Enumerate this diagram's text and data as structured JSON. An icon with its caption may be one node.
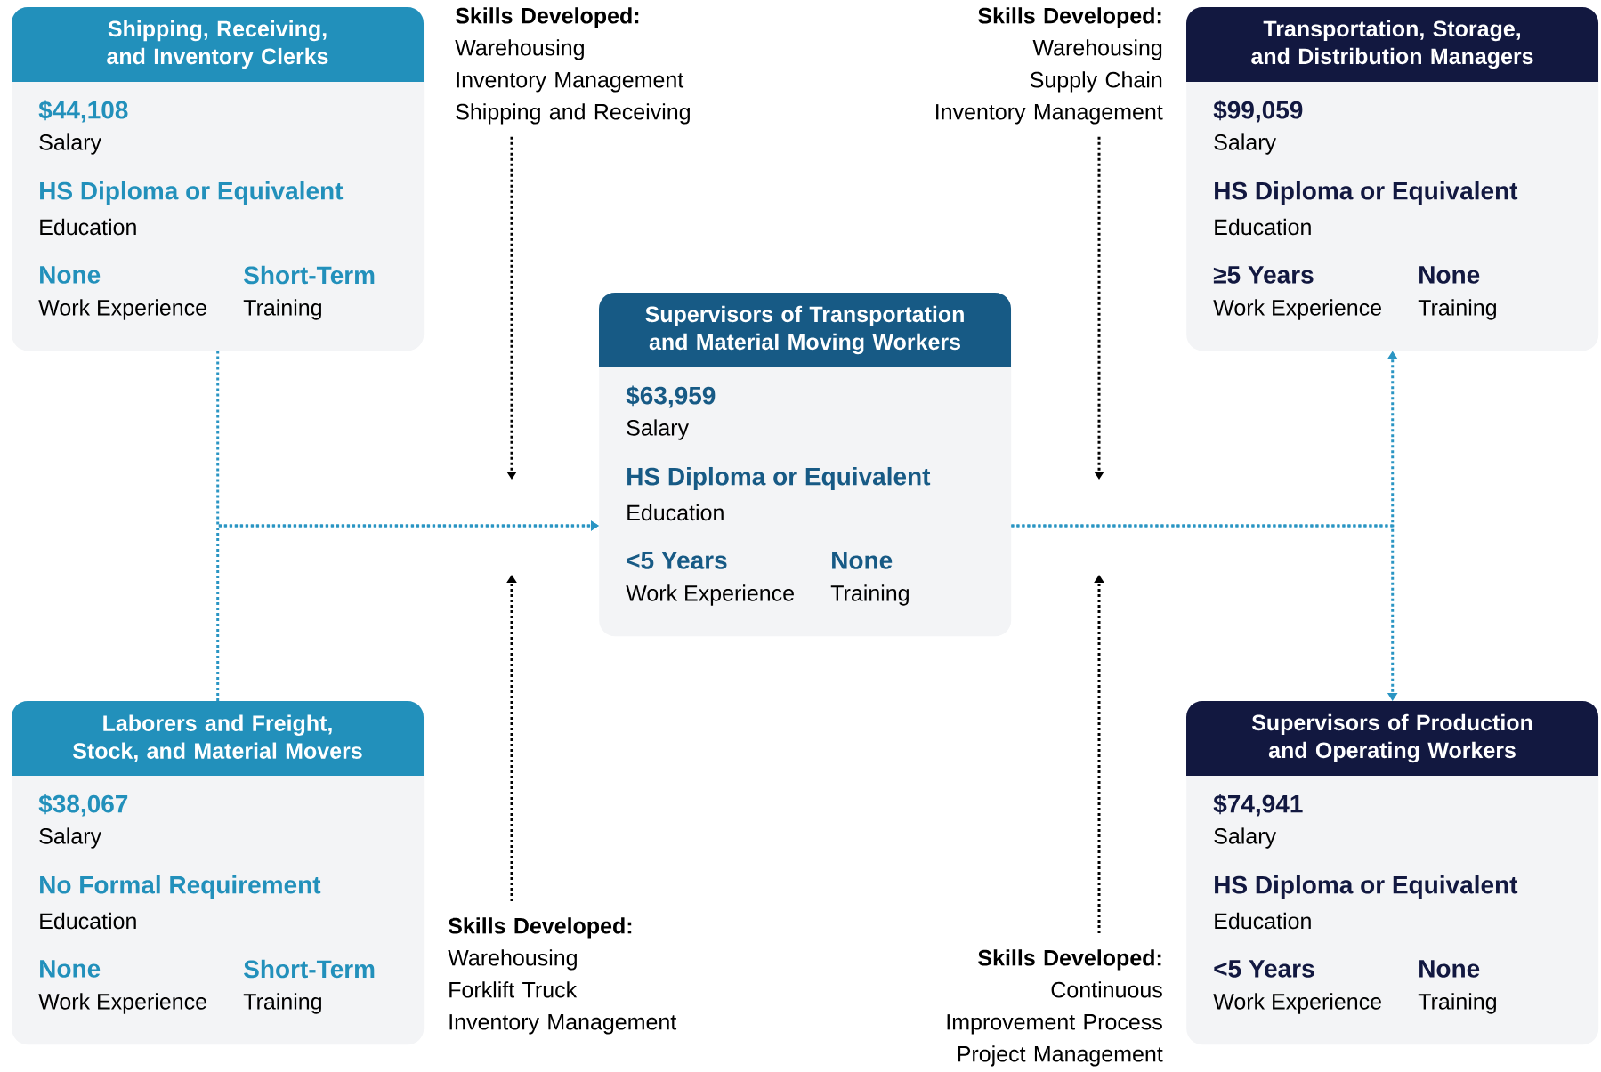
{
  "diagram": {
    "nodes": [
      {
        "text": [
          "Shipping, Receiving, and Inventory Clerks",
          "$44,108",
          "Salary",
          "HS Diploma or Equivalent",
          "Education",
          "None",
          "Work Experience",
          "Short-Term",
          "Training"
        ]
      },
      {
        "text": [
          "Skills Developed:",
          "Warehousing",
          "Inventory Management",
          "Shipping and Receiving"
        ]
      },
      {
        "text": [
          "Skills Developed:",
          "Warehousing",
          "Supply Chain",
          "Inventory Management"
        ]
      },
      {
        "text": [
          "Transportation, Storage, and Distribution Managers",
          "$99,059",
          "Salary",
          "HS Diploma or Equivalent",
          "Education",
          "≥5 Years",
          "Work Experience",
          "None",
          "Training"
        ]
      },
      {
        "text": [
          "Supervisors of Transportation and Material Moving Workers",
          "$63,959",
          "Salary",
          "HS Diploma or Equivalent",
          "Education",
          "<5 Years",
          "Work Experience",
          "None",
          "Training"
        ]
      },
      {
        "text": [
          "Laborers and Freight, Stock, and Material Movers",
          "$38,067",
          "Salary",
          "No Formal Requirement",
          "Education",
          "None",
          "Work Experience",
          "Short-Term",
          "Training"
        ]
      },
      {
        "text": [
          "Skills Developed:",
          "Warehousing",
          "Forklift Truck",
          "Inventory Management"
        ]
      },
      {
        "text": [
          "Skills Developed:",
          "Continuous Improvement Process",
          "Project Management"
        ]
      },
      {
        "text": [
          "Supervisors of Production and Operating Workers",
          "$74,941",
          "Salary",
          "HS Diploma or Equivalent",
          "Education",
          "<5 Years",
          "Work Experience",
          "None",
          "Training"
        ]
      }
    ],
    "edges": [
      {
        "from": 0,
        "to": 4,
        "arrow": "to",
        "color": "#2a95c3"
      },
      {
        "from": 5,
        "to": 4,
        "arrow": "to",
        "color": "#2a95c3"
      },
      {
        "from": 4,
        "to": 3,
        "arrow": "to",
        "color": "#2a95c3"
      },
      {
        "from": 4,
        "to": 8,
        "arrow": "to",
        "color": "#2a95c3"
      },
      {
        "from": 1,
        "to": null,
        "arrow": "to",
        "color": "#000000"
      },
      {
        "from": 2,
        "to": null,
        "arrow": "to",
        "color": "#000000"
      },
      {
        "from": 6,
        "to": null,
        "arrow": "to",
        "color": "#000000"
      },
      {
        "from": 7,
        "to": null,
        "arrow": "to",
        "color": "#000000"
      }
    ]
  }
}
